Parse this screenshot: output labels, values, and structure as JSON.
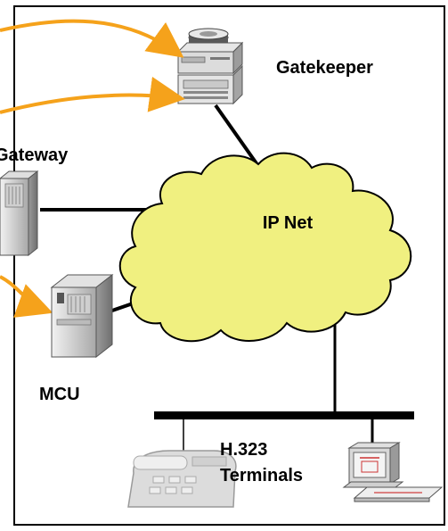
{
  "labels": {
    "gatekeeper": "Gatekeeper",
    "gateway": "Gateway",
    "ip_net": "IP Net",
    "mcu": "MCU",
    "terminals_line1": "H.323",
    "terminals_line2": "Terminals"
  },
  "icons": {
    "gatekeeper": "server-icon",
    "gateway": "gateway-tower-icon",
    "mcu": "mcu-tower-icon",
    "phone": "telephone-icon",
    "computer": "computer-icon"
  },
  "colors": {
    "cloud_fill": "#f0f080",
    "arrow": "#f5a21b",
    "line": "#000000",
    "device_gray": "#c9c9c9"
  }
}
